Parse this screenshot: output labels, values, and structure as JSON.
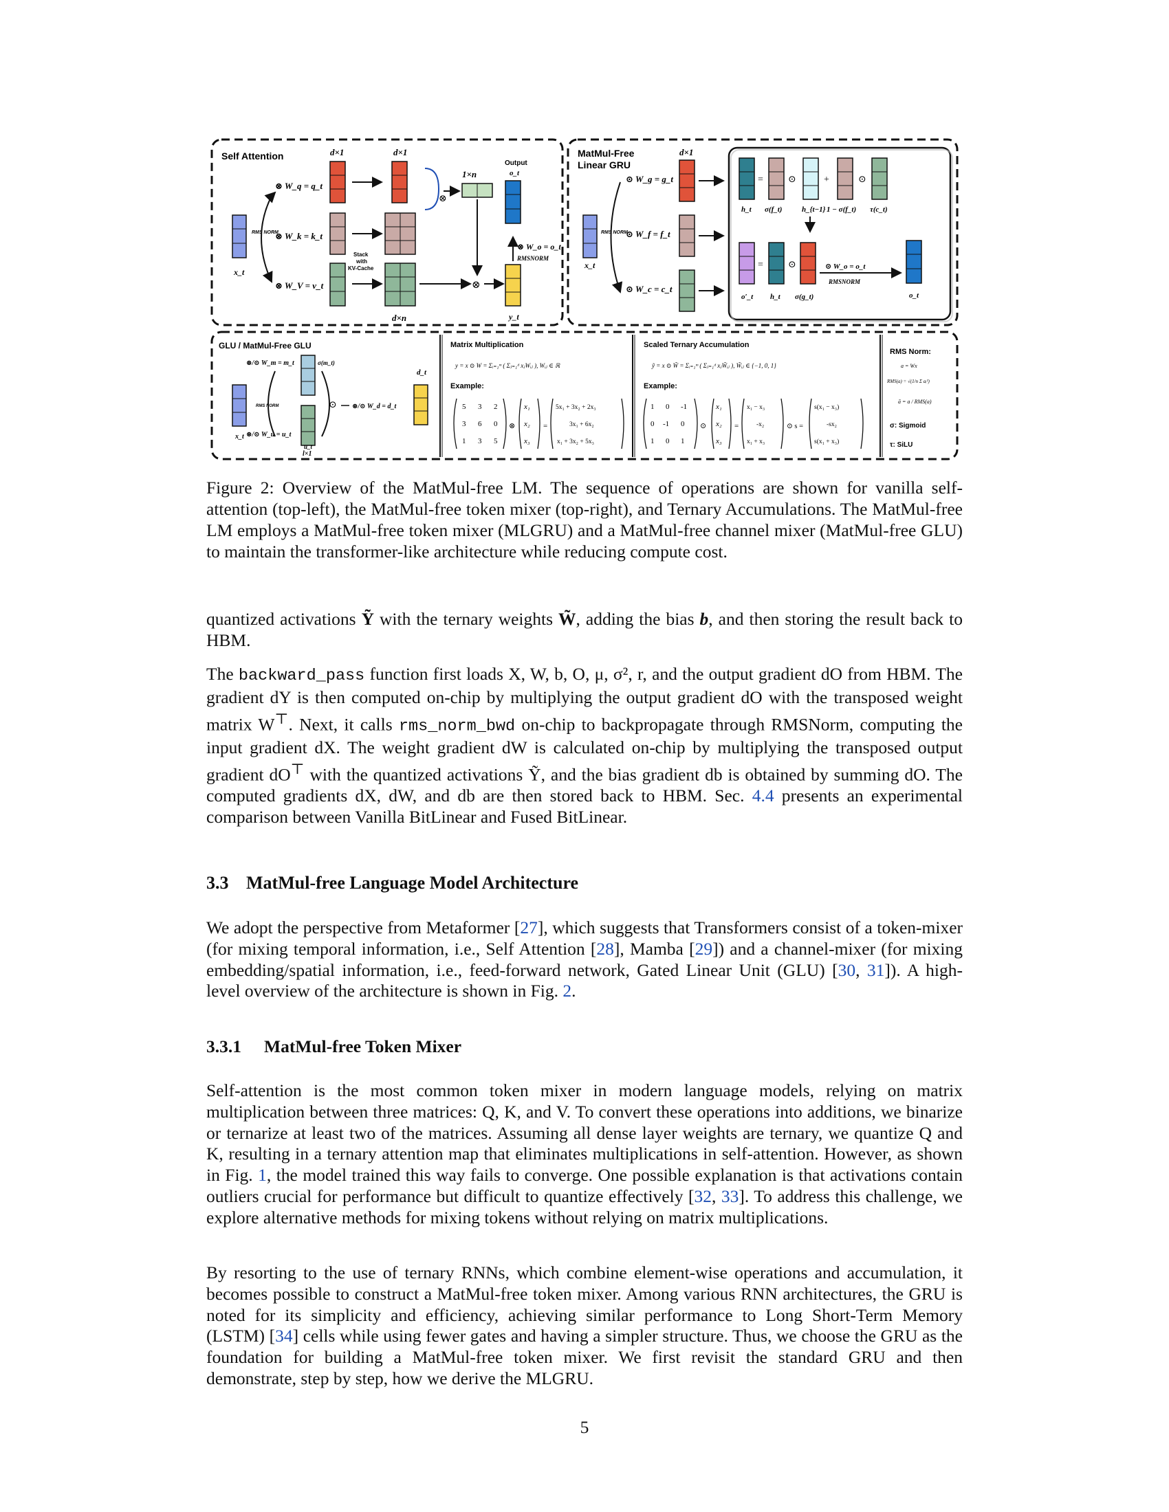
{
  "figure": {
    "self_attention": {
      "title": "Self Attention",
      "dim_d1a": "d×1",
      "dim_d1b": "d×1",
      "dim_1n": "1×n",
      "dim_dn": "d×n",
      "output_label": "Output",
      "output_var": "o_t",
      "eq_q": "⊗ W_q = q_t",
      "eq_k": "⊗ W_k = k_t",
      "eq_v": "⊗ W_V = v_t",
      "eq_o": "⊗ W_o = o_t",
      "rmsnorm_mid": "RMSNORM",
      "rms_small": "RMS NORM",
      "stack_note": "Stack with KV-Cache",
      "input_var": "x_t",
      "yt": "y_t",
      "otimes": "⊗"
    },
    "mlgru": {
      "title_line1": "MatMul-Free",
      "title_line2": "Linear GRU",
      "dim": "d×1",
      "eq_g": "⊙ W_g = g_t",
      "eq_f": "⊙ W_f = f_t",
      "eq_c": "⊙ W_c = c_t",
      "eq_o": "⊙ W_o = o_t",
      "rmsnorm": "RMSNORM",
      "rms_small": "RMS NORM",
      "input_var": "x_t",
      "labels_top": [
        "h_t",
        "σ(f_t)",
        "h_{t−1}",
        "1 − σ(f_t)",
        "τ(c_t)"
      ],
      "labels_bottom": [
        "o′_t",
        "h_t",
        "σ(g_t)",
        "o_t"
      ],
      "ops": [
        "=",
        "⊙",
        "+",
        "⊙",
        "=",
        "⊙"
      ]
    },
    "glu": {
      "title": "GLU / MatMul-Free GLU",
      "eq_m": "⊗/⊙ W_m = m_t",
      "eq_u": "⊗/⊙ W_u = u_t",
      "eq_d": "⊗/⊙ W_d = d_t",
      "sigma_m": "σ(m_t)",
      "dt": "d_t",
      "ut": "u_t",
      "dim": "l×1",
      "input_var": "x_t",
      "rms_small": "RMS NORM"
    },
    "matmul": {
      "title": "Matrix Multiplication",
      "formula": "y = x ⊙ W = Σᵢ₌₁ᵐ ( Σⱼ₌₁ᵈ xⱼWᵢⱼ ),   Wᵢⱼ ∈ ℝ",
      "example_label": "Example:",
      "matrix": [
        [
          "5",
          "3",
          "2"
        ],
        [
          "3",
          "6",
          "0"
        ],
        [
          "1",
          "3",
          "5"
        ]
      ],
      "vector": [
        "x₁",
        "x₂",
        "x₃"
      ],
      "result": [
        "5x₁ + 3x₂ + 2x₃",
        "3x₁ + 6x₂",
        "x₁ + 3x₂ + 5x₃"
      ],
      "op": "⊗",
      "eq": "="
    },
    "ternary": {
      "title": "Scaled Ternary Accumulation",
      "formula": "ỹ = x ⊙ W̃ = Σᵢ₌₁ᵐ ( Σⱼ₌₁ᵈ xⱼW̃ᵢⱼ ),   W̃ᵢⱼ ∈ {−1, 0, 1}",
      "example_label": "Example:",
      "matrix": [
        [
          "1",
          "0",
          "-1"
        ],
        [
          "0",
          "-1",
          "0"
        ],
        [
          "1",
          "0",
          "1"
        ]
      ],
      "vector": [
        "x₁",
        "x₂",
        "x₃"
      ],
      "result": [
        "x₁ − x₃",
        "-x₂",
        "x₁ + x₃"
      ],
      "scaled": [
        "s(x₁ − x₃)",
        "-sx₂",
        "s(x₁ + x₃)"
      ],
      "op": "⊙",
      "eq": "=",
      "scale_op": "⊙ s ="
    },
    "rms": {
      "title": "RMS Norm:",
      "line1": "a = Wx",
      "line2": "RMS(a) = √(1/n Σ aᵢ²)",
      "line3": "ā = a / RMS(a)",
      "sigmoid": "σ: Sigmoid",
      "silu": "τ: SiLU"
    }
  },
  "caption": "Figure 2: Overview of the MatMul-free LM. The sequence of operations are shown for vanilla self-attention (top-left), the MatMul-free token mixer (top-right), and Ternary Accumulations. The MatMul-free LM employs a MatMul-free token mixer (MLGRU) and a MatMul-free channel mixer (MatMul-free GLU) to maintain the transformer-like architecture while reducing compute cost.",
  "p1": {
    "t1": "quantized activations ",
    "Y": "Ỹ",
    "t2": " with the ternary weights ",
    "W": "W̃",
    "t3": ", adding the bias ",
    "b": "b",
    "t4": ", and then storing the result back to HBM."
  },
  "p2": {
    "t1": "The ",
    "code1": "backward_pass",
    "t2": " function first loads X, W, b, O, μ, σ², r, and the output gradient dO from HBM. The gradient dY is then computed on-chip by multiplying the output gradient dO with the transposed weight matrix W",
    "sup": "⊤",
    "t3": ". Next, it calls ",
    "code2": "rms_norm_bwd",
    "t4": " on-chip to backpropagate through RMSNorm, computing the input gradient dX. The weight gradient dW is calculated on-chip by multiplying the transposed output gradient dO",
    "t5": " with the quantized activations Ỹ, and the bias gradient db is obtained by summing dO. The computed gradients dX, dW, and db are then stored back to HBM. Sec. ",
    "ref": "4.4",
    "t6": " presents an experimental comparison between Vanilla BitLinear and Fused BitLinear."
  },
  "h1": {
    "num": "3.3",
    "title": "MatMul-free Language Model Architecture"
  },
  "p3": {
    "t1": "We adopt the perspective from Metaformer [",
    "r1": "27",
    "t2": "], which suggests that Transformers consist of a token-mixer (for mixing temporal information, i.e., Self Attention [",
    "r2": "28",
    "t3": "], Mamba [",
    "r3": "29",
    "t4": "]) and a channel-mixer (for mixing embedding/spatial information, i.e., feed-forward network, Gated Linear Unit (GLU) [",
    "r4": "30",
    "t5": ", ",
    "r5": "31",
    "t6": "]). A high-level overview of the architecture is shown in Fig. ",
    "r6": "2",
    "t7": "."
  },
  "h2": {
    "num": "3.3.1",
    "title": "MatMul-free Token Mixer"
  },
  "p4": {
    "t1": "Self-attention is the most common token mixer in modern language models, relying on matrix multiplication between three matrices: Q, K, and V. To convert these operations into additions, we binarize or ternarize at least two of the matrices. Assuming all dense layer weights are ternary, we quantize Q and K, resulting in a ternary attention map that eliminates multiplications in self-attention. However, as shown in Fig. ",
    "r1": "1",
    "t2": ", the model trained this way fails to converge. One possible explanation is that activations contain outliers crucial for performance but difficult to quantize effectively [",
    "r2": "32",
    "t3": ", ",
    "r3": "33",
    "t4": "]. To address this challenge, we explore alternative methods for mixing tokens without relying on matrix multiplications."
  },
  "p5": {
    "t1": "By resorting to the use of ternary RNNs, which combine element-wise operations and accumulation, it becomes possible to construct a MatMul-free token mixer. Among various RNN architectures, the GRU is noted for its simplicity and efficiency, achieving similar performance to Long Short-Term Memory (LSTM) [",
    "r1": "34",
    "t2": "] cells while using fewer gates and having a simpler structure. Thus, we choose the GRU as the foundation for building a MatMul-free token mixer. We first revisit the standard GRU and then demonstrate, step by step, how we derive the MLGRU."
  },
  "page_number": "5",
  "colors": {
    "red": "#e0533a",
    "pink": "#c9aaa6",
    "green": "#8fb79a",
    "blue": "#1f77c8",
    "lightgreen": "#c6e2c1",
    "yellow": "#f6d34d",
    "lavender": "#8b9ee8",
    "teal": "#2f7f8f",
    "lightcyan": "#d6f4f8",
    "purple": "#c79be8",
    "lightblue": "#a9cde0",
    "ref": "#1f4fb4"
  }
}
